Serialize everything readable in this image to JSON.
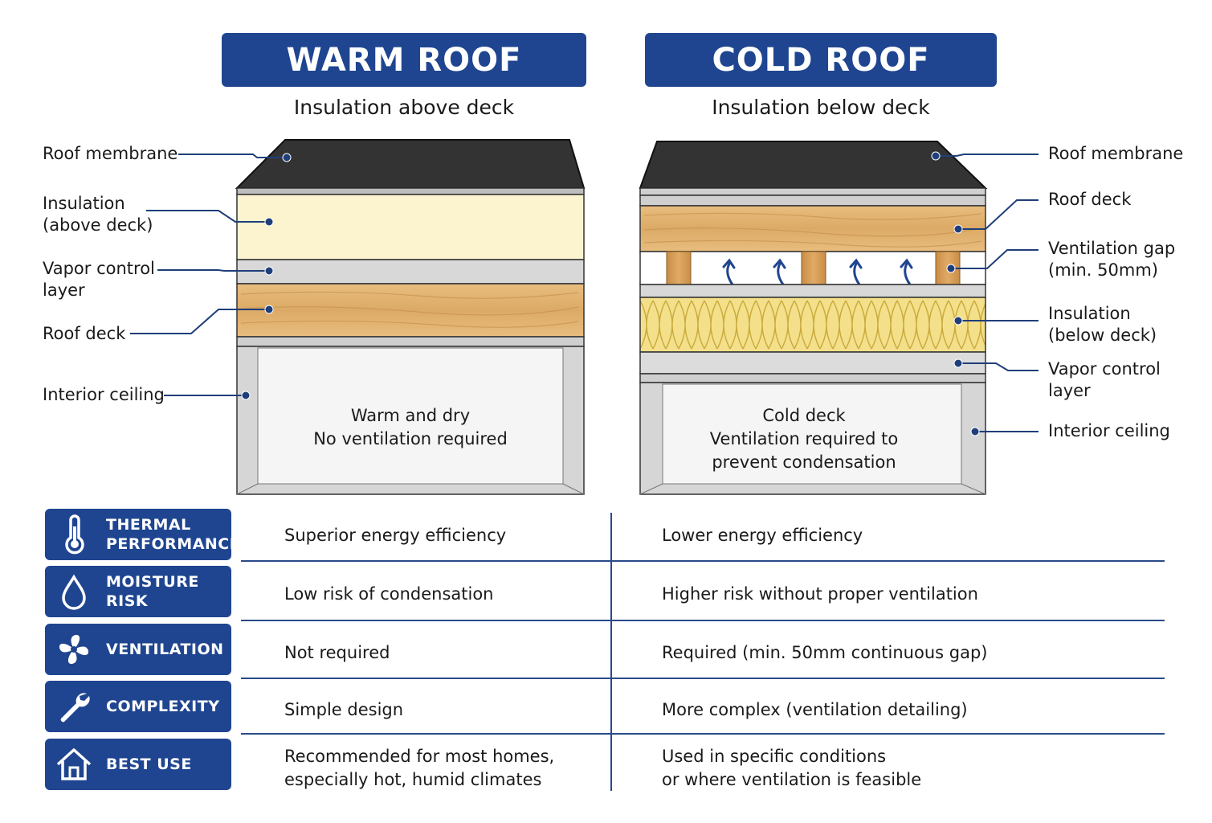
{
  "warm": {
    "title": "WARM ROOF",
    "subtitle": "Insulation above deck",
    "labels": {
      "membrane": "Roof membrane",
      "insulation": "Insulation\n(above deck)",
      "vapor": "Vapor control\nlayer",
      "deck": "Roof deck",
      "ceiling": "Interior ceiling"
    },
    "interior_text": "Warm and dry\nNo ventilation required"
  },
  "cold": {
    "title": "COLD ROOF",
    "subtitle": "Insulation below deck",
    "labels": {
      "membrane": "Roof membrane",
      "deck": "Roof deck",
      "gap": "Ventilation gap\n(min. 50mm)",
      "insulation": "Insulation\n(below deck)",
      "vapor": "Vapor control\nlayer",
      "ceiling": "Interior ceiling"
    },
    "interior_text": "Cold deck\nVentilation required to\nprevent condensation"
  },
  "comparison": [
    {
      "category": "THERMAL\nPERFORMANCE",
      "icon": "thermometer-icon",
      "warm": "Superior energy efficiency",
      "cold": "Lower energy efficiency"
    },
    {
      "category": "MOISTURE\nRISK",
      "icon": "water-drop-icon",
      "warm": "Low risk of condensation",
      "cold": "Higher risk without proper ventilation"
    },
    {
      "category": "VENTILATION",
      "icon": "fan-icon",
      "warm": "Not required",
      "cold": "Required (min. 50mm continuous gap)"
    },
    {
      "category": "COMPLEXITY",
      "icon": "wrench-icon",
      "warm": "Simple design",
      "cold": "More complex (ventilation detailing)"
    },
    {
      "category": "BEST USE",
      "icon": "house-icon",
      "warm": "Recommended for most homes,\nespecially hot, humid climates",
      "cold": "Used in specific conditions\nor where ventilation is feasible"
    }
  ],
  "colors": {
    "brand": "#1f4590",
    "leader": "#1f3f7a",
    "membrane": "#333333",
    "insulation_board": "#fcf3cf",
    "wood": "#e3b573",
    "glass_wool": "#f4e08a",
    "ceiling_frame": "#d6d6d6"
  }
}
